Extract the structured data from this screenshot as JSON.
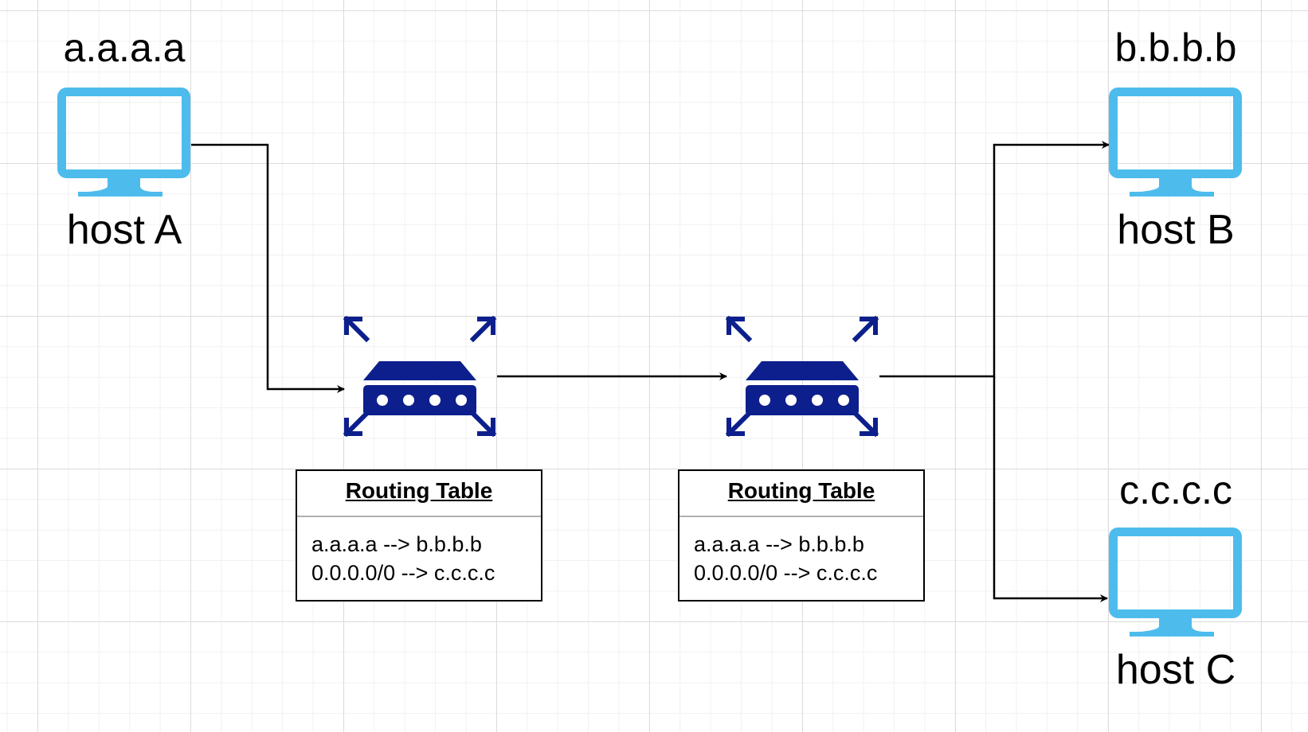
{
  "colors": {
    "host_monitor": "#4dbcec",
    "router": "#0d1f8c",
    "connector": "#000000",
    "grid": "#dcdcdc"
  },
  "hosts": [
    {
      "id": "host-a",
      "ip": "a.a.a.a",
      "label": "host A",
      "icon": "monitor-icon"
    },
    {
      "id": "host-b",
      "ip": "b.b.b.b",
      "label": "host B",
      "icon": "monitor-icon"
    },
    {
      "id": "host-c",
      "ip": "c.c.c.c",
      "label": "host C",
      "icon": "monitor-icon"
    }
  ],
  "routers": [
    {
      "id": "router-1",
      "icon": "router-icon",
      "routing_table": {
        "title": "Routing Table",
        "rows": [
          "a.a.a.a --> b.b.b.b",
          "0.0.0.0/0 --> c.c.c.c"
        ]
      }
    },
    {
      "id": "router-2",
      "icon": "router-icon",
      "routing_table": {
        "title": "Routing Table",
        "rows": [
          "a.a.a.a --> b.b.b.b",
          "0.0.0.0/0 --> c.c.c.c"
        ]
      }
    }
  ],
  "connections": [
    {
      "from": "host A",
      "to": "router 1"
    },
    {
      "from": "router 1",
      "to": "router 2"
    },
    {
      "from": "router 2",
      "to": "host B"
    },
    {
      "from": "router 2",
      "to": "host C"
    }
  ]
}
